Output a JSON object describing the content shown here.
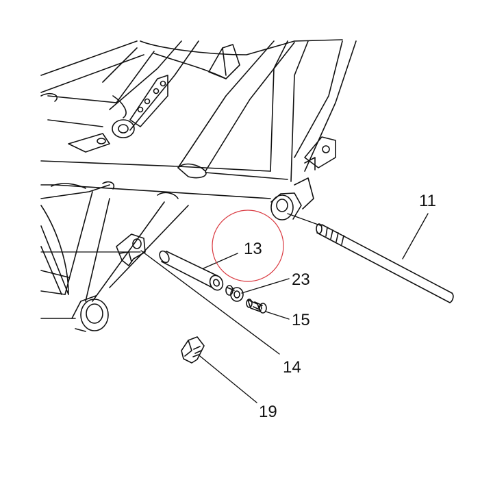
{
  "diagram": {
    "callouts": {
      "c11": "11",
      "c13": "13",
      "c23": "23",
      "c15": "15",
      "c14": "14",
      "c19": "19"
    },
    "colors": {
      "line": "#111111",
      "highlight_circle": "#d9383f",
      "background": "#ffffff"
    }
  }
}
